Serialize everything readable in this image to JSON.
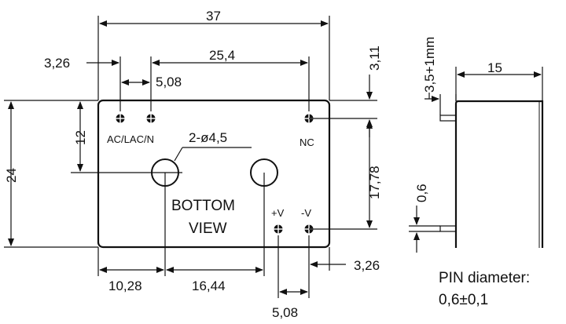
{
  "dimensions": {
    "overall_width": "37",
    "ac_to_nc": "25,4",
    "ac_offset": "3,26",
    "ac_pin_spacing": "5,08",
    "top_to_ac": "3,11",
    "height": "24",
    "left_to_hole": "12",
    "nc_to_output": "17,78",
    "left_to_hole1": "10,28",
    "hole_spacing": "16,44",
    "output_offset": "3,26",
    "output_pin_spacing": "5,08",
    "side_pin_length": "3,5+1mm",
    "side_depth": "15",
    "pin_thickness": "0,6"
  },
  "labels": {
    "ac_pins": "AC/LAC/N",
    "nc_pin": "NC",
    "holes": "2-ø4,5",
    "bottom": "BOTTOM",
    "view": "VIEW",
    "plus_v": "+V",
    "minus_v": "-V"
  },
  "notes": {
    "pin_diameter_title": "PIN diameter:",
    "pin_diameter_value": "0,6±0,1"
  }
}
